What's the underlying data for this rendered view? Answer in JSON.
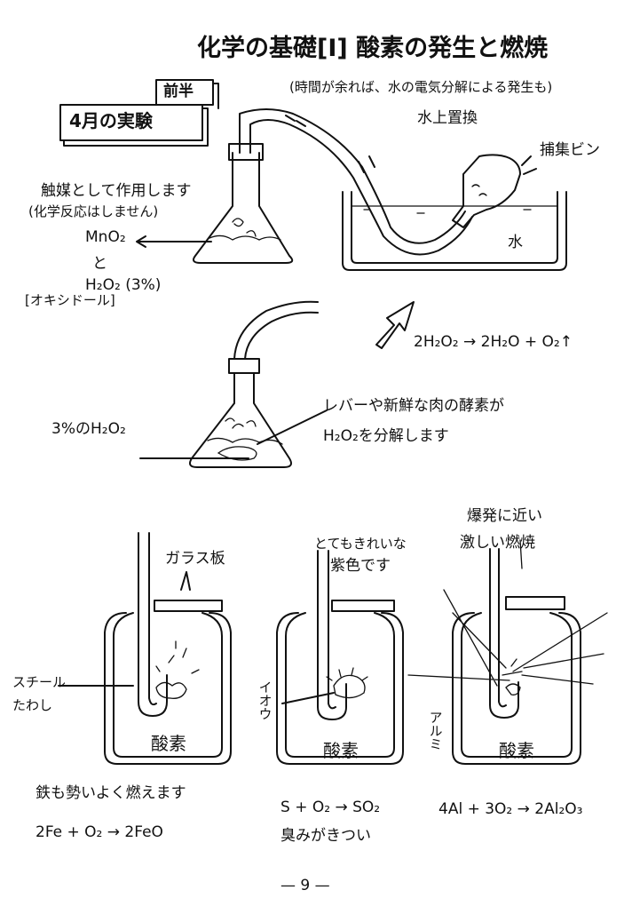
{
  "header": {
    "title": "化学の基礎[I] 酸素の発生と燃焼",
    "subtitle": "(時間が余れば、水の電気分解による発生も)",
    "badge_small": "前半",
    "badge_main": "4月の実験"
  },
  "top_setup": {
    "method_label": "水上置換",
    "bottle_label": "捕集ビン",
    "water_label": "水",
    "catalyst_note": "触媒として作用します",
    "catalyst_subnote": "(化学反応はしません)",
    "mno2": "MnO₂",
    "to": "と",
    "h2o2": "H₂O₂ (3%)",
    "oxydol": "[オキシドール]",
    "equation": "2H₂O₂ → 2H₂O + O₂↑"
  },
  "middle_setup": {
    "flask_label": "3%のH₂O₂",
    "enzyme_note_1": "レバーや新鮮な肉の酵素が",
    "enzyme_note_2": "H₂O₂を分解します"
  },
  "bottom_jars": {
    "glass_plate": "ガラス板",
    "steel_wool_1": "スチール",
    "steel_wool_2": "たわし",
    "sulfur": "イオウ",
    "aluminum": "アルミ",
    "oxygen_1": "酸素",
    "oxygen_2": "酸素",
    "oxygen_3": "酸素",
    "purple_note_1": "とてもきれいな",
    "purple_note_2": "紫色です",
    "explosion_1": "爆発に近い",
    "explosion_2": "激しい燃焼"
  },
  "bottom_notes": {
    "iron_note": "鉄も勢いよく燃えます",
    "iron_eq": "2Fe + O₂ → 2FeO",
    "sulfur_eq": "S + O₂ → SO₂",
    "sulfur_note": "臭みがきつい",
    "al_eq": "4Al + 3O₂ → 2Al₂O₃"
  },
  "footer": {
    "page_number": "— 9 —"
  }
}
